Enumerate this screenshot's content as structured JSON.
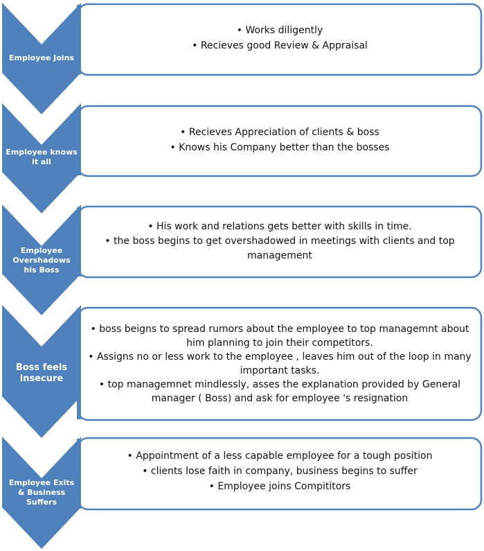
{
  "colors": {
    "chevron": "#4F81BD",
    "box_border": "#4F81BD",
    "box_fill": "#ffffff",
    "label_text": "#ffffff"
  },
  "stages": [
    {
      "label": "Employee Joins",
      "bullets": [
        "• Works diligently",
        "• Recieves good Review & Appraisal"
      ]
    },
    {
      "label": "Employee knows it all",
      "bullets": [
        "• Recieves Appreciation of clients & boss",
        "• Knows his Company better than the bosses"
      ]
    },
    {
      "label": "Employee Overshadows his Boss",
      "bullets": [
        "• His work and relations gets better with skills in time.",
        "• the boss begins to get overshadowed in meetings with clients and top management"
      ]
    },
    {
      "label": "Boss feels insecure",
      "bullets": [
        "• boss beigns to spread rumors about the employee to top managemnt about him planning to join their competitors.",
        "• Assigns no or less work to the employee , leaves him out of the loop in many important tasks.",
        "• top managemnet mindlessly, asses the explanation provided by General manager ( Boss) and ask for employee 's resignation"
      ]
    },
    {
      "label": "Employee Exits & Business Suffers",
      "bullets": [
        "• Appointment of a less  capable employee for a tough position",
        "• clients lose faith in company, business begins to suffer",
        "• Employee joins Compititors"
      ]
    }
  ]
}
